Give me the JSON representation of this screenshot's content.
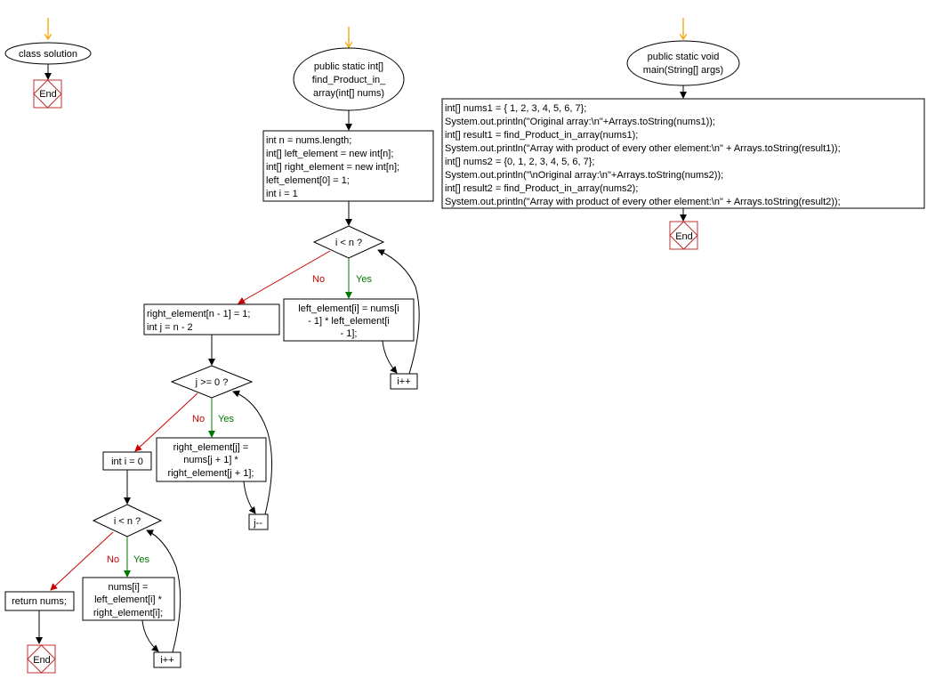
{
  "diagram": {
    "colors": {
      "entry_arrow": "#f4a300",
      "no_branch": "#cc0000",
      "yes_branch": "#007700",
      "end_marker": "#c03030",
      "line": "#000000"
    },
    "flow1": {
      "start_label": "class solution",
      "end_label": "End"
    },
    "flow2": {
      "start_lines": [
        "public static int[]",
        "find_Product_in_",
        "array(int[] nums)"
      ],
      "init_lines": [
        "int n = nums.length;",
        "int[] left_element = new int[n];",
        "int[] right_element = new int[n];",
        "left_element[0] = 1;",
        "int i = 1"
      ],
      "cond1": "i < n ?",
      "no_label": "No",
      "yes_label": "Yes",
      "loop1_body_lines": [
        "left_element[i] = nums[i",
        "- 1] * left_element[i",
        "- 1];"
      ],
      "loop1_inc": "i++",
      "after1_lines": [
        "right_element[n - 1] = 1;",
        "int j = n - 2"
      ],
      "cond2": "j >= 0 ?",
      "loop2_body_lines": [
        "right_element[j] =",
        "nums[j + 1] *",
        "right_element[j + 1];"
      ],
      "loop2_dec": "j--",
      "init3": "int i = 0",
      "cond3": "i < n ?",
      "loop3_body_lines": [
        "nums[i] =",
        "left_element[i] *",
        "right_element[i];"
      ],
      "loop3_inc": "i++",
      "return_label": "return nums;",
      "end_label": "End"
    },
    "flow3": {
      "start_lines": [
        "public static void",
        "main(String[] args)"
      ],
      "body_lines": [
        "int[] nums1 = { 1, 2, 3, 4, 5, 6, 7};",
        "System.out.println(\"Original array:\\n\"+Arrays.toString(nums1));",
        "int[] result1 = find_Product_in_array(nums1);",
        "System.out.println(\"Array with product of every other element:\\n\" + Arrays.toString(result1));",
        "int[] nums2 = {0, 1, 2, 3, 4, 5, 6, 7};",
        "System.out.println(\"\\nOriginal array:\\n\"+Arrays.toString(nums2));",
        "int[] result2 = find_Product_in_array(nums2);",
        "System.out.println(\"Array with product of every other element:\\n\" + Arrays.toString(result2));"
      ],
      "end_label": "End"
    }
  }
}
